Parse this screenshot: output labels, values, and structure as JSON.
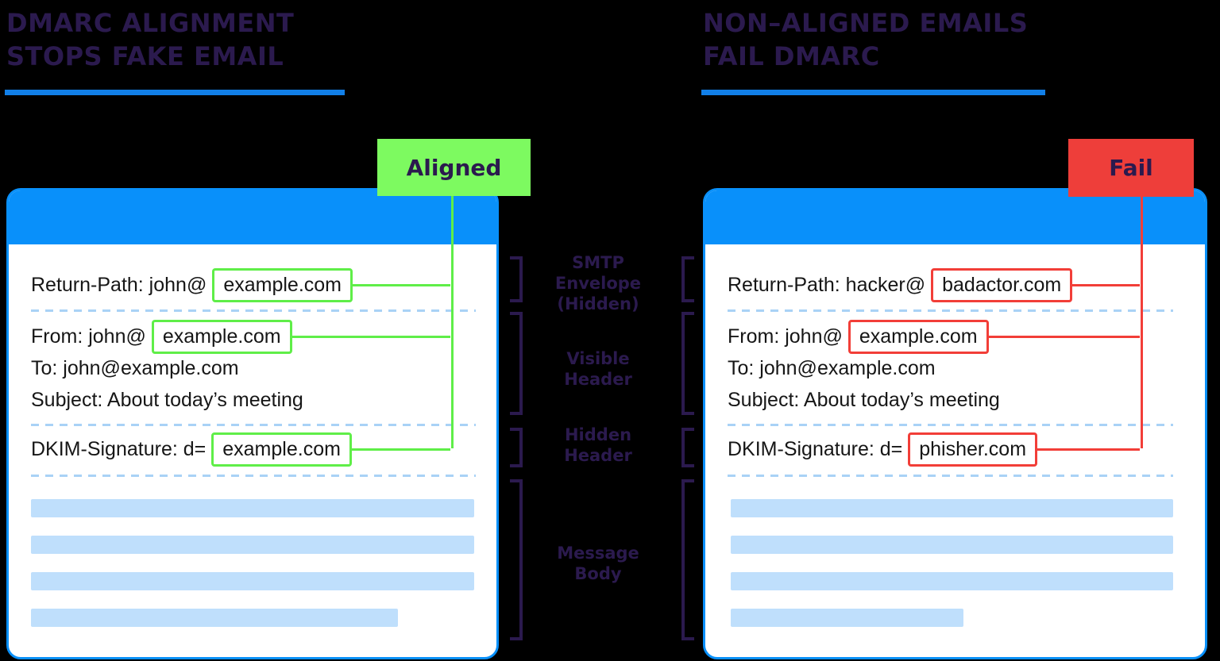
{
  "left": {
    "title1": "DMARC ALIGNMENT",
    "title2": "STOPS FAKE EMAIL",
    "badge": "Aligned",
    "email": {
      "return_path_label": "Return-Path: john@",
      "return_path_domain": "example.com",
      "from_label": "From: john@",
      "from_domain": "example.com",
      "to": "To: john@example.com",
      "subject": "Subject: About today’s meeting",
      "dkim_label": "DKIM-Signature: d=",
      "dkim_domain": "example.com"
    }
  },
  "right": {
    "title1": "NON–ALIGNED EMAILS",
    "title2": "FAIL DMARC",
    "badge": "Fail",
    "email": {
      "return_path_label": "Return-Path: hacker@",
      "return_path_domain": "badactor.com",
      "from_label": "From: john@",
      "from_domain": "example.com",
      "to": "To: john@example.com",
      "subject": "Subject: About today’s meeting",
      "dkim_label": "DKIM-Signature: d=",
      "dkim_domain": "phisher.com"
    }
  },
  "labels": {
    "smtp_envelope": {
      "line1": "SMTP",
      "line2": "Envelope",
      "line3": "(Hidden)"
    },
    "visible_header": {
      "line1": "Visible",
      "line2": "Header"
    },
    "hidden_header": {
      "line1": "Hidden",
      "line2": "Header"
    },
    "message_body": {
      "line1": "Message",
      "line2": "Body"
    }
  },
  "colors": {
    "background": "#000000",
    "title_purple": "#2B1A4E",
    "blue_accent": "#0990FA",
    "underline_blue": "#117FE8",
    "body_bar_blue": "#BFDFFC",
    "dash_blue": "#A9D2F6",
    "aligned_green": "#7DFA60",
    "green_line": "#5FEE48",
    "fail_red": "#EE3E3A",
    "red_line": "#F23E38",
    "email_text": "#161616"
  }
}
